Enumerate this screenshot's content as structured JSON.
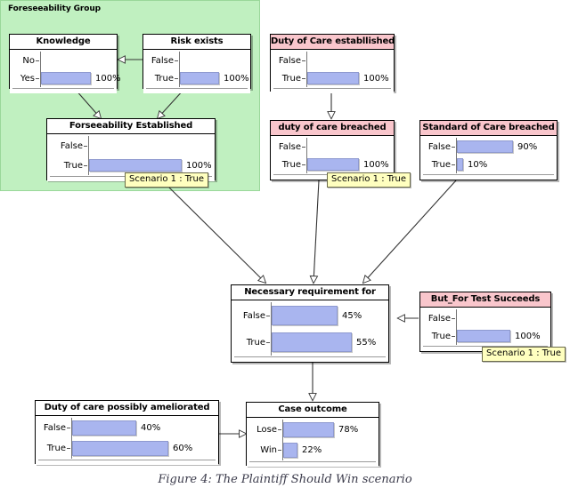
{
  "figure": {
    "caption": "Figure 4: The Plaintiff Should Win scenario"
  },
  "group": {
    "label": "Foreseeability Group",
    "background_color": "#c0f0c0",
    "border_color": "#9ad79a"
  },
  "palette": {
    "bar_fill": "#a9b5ef",
    "bar_border": "#8e99cf",
    "title_pink": "#f9c6cc",
    "title_white": "#ffffff",
    "scenario_bg": "#ffffbf",
    "node_border": "#000000",
    "edge_color": "#333333"
  },
  "nodes": [
    {
      "id": "knowledge",
      "title": "Knowledge",
      "title_style": "white",
      "states": [
        {
          "label": "No",
          "value": 0,
          "value_text": ""
        },
        {
          "label": "Yes",
          "value": 100,
          "value_text": "100%"
        }
      ],
      "scenario": null
    },
    {
      "id": "risk-exists",
      "title": "Risk exists",
      "title_style": "white",
      "states": [
        {
          "label": "False",
          "value": 0,
          "value_text": ""
        },
        {
          "label": "True",
          "value": 100,
          "value_text": "100%"
        }
      ],
      "scenario": null
    },
    {
      "id": "foreseeability-established",
      "title": "Forseeability Established",
      "title_style": "white",
      "states": [
        {
          "label": "False",
          "value": 0,
          "value_text": ""
        },
        {
          "label": "True",
          "value": 100,
          "value_text": "100%"
        }
      ],
      "scenario": "Scenario 1 : True"
    },
    {
      "id": "duty-of-care-established",
      "title": "Duty of Care establlished",
      "title_style": "pink",
      "states": [
        {
          "label": "False",
          "value": 0,
          "value_text": ""
        },
        {
          "label": "True",
          "value": 100,
          "value_text": "100%"
        }
      ],
      "scenario": null
    },
    {
      "id": "duty-of-care-breached",
      "title": "duty of care breached",
      "title_style": "pink",
      "states": [
        {
          "label": "False",
          "value": 0,
          "value_text": ""
        },
        {
          "label": "True",
          "value": 100,
          "value_text": "100%"
        }
      ],
      "scenario": "Scenario 1 : True"
    },
    {
      "id": "standard-of-care-breached",
      "title": "Standard of Care breached",
      "title_style": "pink",
      "states": [
        {
          "label": "False",
          "value": 90,
          "value_text": "90%"
        },
        {
          "label": "True",
          "value": 10,
          "value_text": "10%"
        }
      ],
      "scenario": null
    },
    {
      "id": "necessary-requirement-for",
      "title": "Necessary requirement for",
      "title_style": "white",
      "states": [
        {
          "label": "False",
          "value": 45,
          "value_text": "45%"
        },
        {
          "label": "True",
          "value": 55,
          "value_text": "55%"
        }
      ],
      "scenario": null
    },
    {
      "id": "but-for-test-succeeds",
      "title": "But_For Test Succeeds",
      "title_style": "pink",
      "states": [
        {
          "label": "False",
          "value": 0,
          "value_text": ""
        },
        {
          "label": "True",
          "value": 100,
          "value_text": "100%"
        }
      ],
      "scenario": "Scenario 1 : True"
    },
    {
      "id": "duty-of-care-possibly-ameliorated",
      "title": "Duty of care possibly ameliorated",
      "title_style": "white",
      "states": [
        {
          "label": "False",
          "value": 40,
          "value_text": "40%"
        },
        {
          "label": "True",
          "value": 60,
          "value_text": "60%"
        }
      ],
      "scenario": null
    },
    {
      "id": "case-outcome",
      "title": "Case outcome",
      "title_style": "white",
      "states": [
        {
          "label": "Lose",
          "value": 78,
          "value_text": "78%"
        },
        {
          "label": "Win",
          "value": 22,
          "value_text": "22%"
        }
      ],
      "scenario": null
    }
  ],
  "edges": [
    {
      "from": "risk-exists",
      "to": "knowledge"
    },
    {
      "from": "knowledge",
      "to": "foreseeability-established"
    },
    {
      "from": "risk-exists",
      "to": "foreseeability-established"
    },
    {
      "from": "duty-of-care-established",
      "to": "duty-of-care-breached"
    },
    {
      "from": "foreseeability-established",
      "to": "necessary-requirement-for"
    },
    {
      "from": "duty-of-care-breached",
      "to": "necessary-requirement-for"
    },
    {
      "from": "standard-of-care-breached",
      "to": "necessary-requirement-for"
    },
    {
      "from": "but-for-test-succeeds",
      "to": "necessary-requirement-for"
    },
    {
      "from": "necessary-requirement-for",
      "to": "case-outcome"
    },
    {
      "from": "duty-of-care-possibly-ameliorated",
      "to": "case-outcome"
    }
  ]
}
